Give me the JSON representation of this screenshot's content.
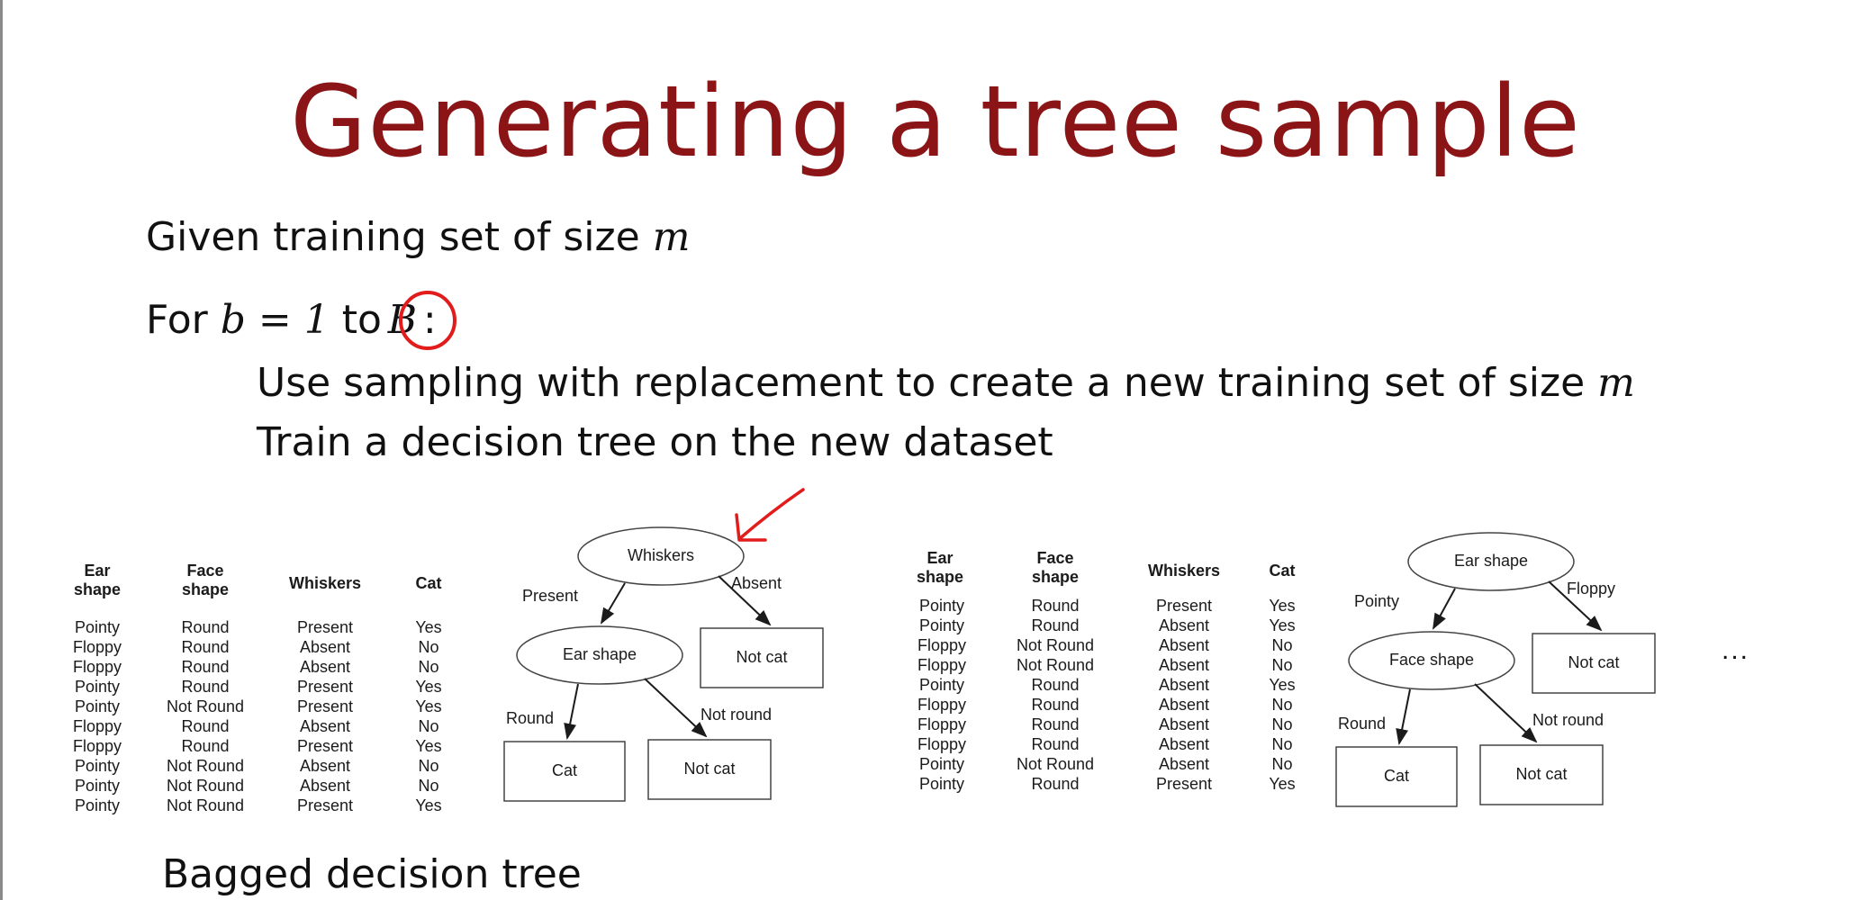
{
  "slide": {
    "title": "Generating a tree sample",
    "line1_text": "Given training set of size ",
    "line1_var": "m",
    "line2_prefix": "For ",
    "line2_expr": "b = 1",
    "line2_mid": " to",
    "line2_var": "B",
    "line2_suffix": ":",
    "line3_text": "Use sampling with replacement to create a new training set of size ",
    "line3_var": "m",
    "line4_text": "Train a decision tree on the new dataset",
    "footer_text": "Bagged decision tree",
    "ellipsis": "...",
    "annotation_color": "#e21b1b",
    "title_color": "#8b1516"
  },
  "table1": {
    "headers": {
      "ear": "Ear shape",
      "face": "Face shape",
      "whiskers": "Whiskers",
      "cat": "Cat"
    },
    "ear": [
      "Pointy",
      "Floppy",
      "Floppy",
      "Pointy",
      "Pointy",
      "Floppy",
      "Floppy",
      "Pointy",
      "Pointy",
      "Pointy"
    ],
    "face": [
      "Round",
      "Round",
      "Round",
      "Round",
      "Not Round",
      "Round",
      "Round",
      "Not Round",
      "Not Round",
      "Not Round"
    ],
    "whiskers": [
      "Present",
      "Absent",
      "Absent",
      "Present",
      "Present",
      "Absent",
      "Present",
      "Absent",
      "Absent",
      "Present"
    ],
    "cat": [
      "Yes",
      "No",
      "No",
      "Yes",
      "Yes",
      "No",
      "Yes",
      "No",
      "No",
      "Yes"
    ]
  },
  "tree1": {
    "root": "Whiskers",
    "root_left_label": "Present",
    "root_right_label": "Absent",
    "right_leaf": "Not cat",
    "mid": "Ear shape",
    "mid_left_label": "Round",
    "mid_right_label": "Not round",
    "left_leaf": "Cat",
    "mid_right_leaf": "Not cat"
  },
  "table2": {
    "headers": {
      "ear": "Ear shape",
      "face": "Face shape",
      "whiskers": "Whiskers",
      "cat": "Cat"
    },
    "ear": [
      "Pointy",
      "Pointy",
      "Floppy",
      "Floppy",
      "Pointy",
      "Floppy",
      "Floppy",
      "Floppy",
      "Pointy",
      "Pointy"
    ],
    "face": [
      "Round",
      "Round",
      "Not Round",
      "Not Round",
      "Round",
      "Round",
      "Round",
      "Round",
      "Not Round",
      "Round"
    ],
    "whiskers": [
      "Present",
      "Absent",
      "Absent",
      "Absent",
      "Absent",
      "Absent",
      "Absent",
      "Absent",
      "Absent",
      "Present"
    ],
    "cat": [
      "Yes",
      "Yes",
      "No",
      "No",
      "Yes",
      "No",
      "No",
      "No",
      "No",
      "Yes"
    ]
  },
  "tree2": {
    "root": "Ear shape",
    "root_left_label": "Pointy",
    "root_right_label": "Floppy",
    "right_leaf": "Not cat",
    "mid": "Face shape",
    "mid_left_label": "Round",
    "mid_right_label": "Not round",
    "left_leaf": "Cat",
    "mid_right_leaf": "Not cat"
  }
}
